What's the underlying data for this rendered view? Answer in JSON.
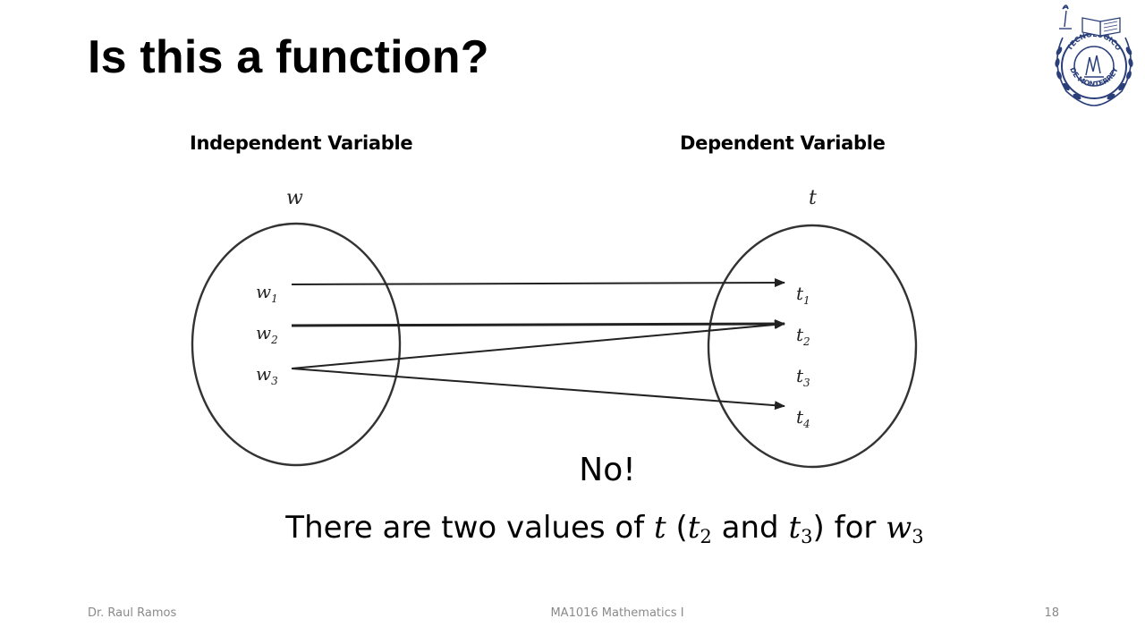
{
  "slide": {
    "title": "Is this a function?",
    "independent_heading": "Independent Variable",
    "dependent_heading": "Dependent Variable"
  },
  "diagram": {
    "domain_label": "w",
    "codomain_label": "t",
    "domain_elements": [
      {
        "base": "w",
        "sub": "1"
      },
      {
        "base": "w",
        "sub": "2"
      },
      {
        "base": "w",
        "sub": "3"
      }
    ],
    "codomain_elements": [
      {
        "base": "t",
        "sub": "1"
      },
      {
        "base": "t",
        "sub": "2"
      },
      {
        "base": "t",
        "sub": "3"
      },
      {
        "base": "t",
        "sub": "4"
      }
    ],
    "mappings": [
      {
        "from": "w1",
        "to": "t1"
      },
      {
        "from": "w2",
        "to": "t2"
      },
      {
        "from": "w3",
        "to": "t2"
      },
      {
        "from": "w3",
        "to": "t4"
      }
    ]
  },
  "answer": {
    "verdict": "No!",
    "prefix": "There are two values of ",
    "var_t": "t",
    "open_paren": " (",
    "t_a": "t",
    "t_a_sub": "2",
    "and": " and ",
    "t_b": "t",
    "t_b_sub": "3",
    "close_for": ") for ",
    "w": "w",
    "w_sub": "3"
  },
  "footer": {
    "author": "Dr. Raul Ramos",
    "course": "MA1016 Mathematics I",
    "page": "18"
  },
  "logo": {
    "icon": "university-seal-icon",
    "text_top": "TECNOLOGICO",
    "text_bottom": "DE MONTERREY",
    "color": "#2a3f7a"
  }
}
